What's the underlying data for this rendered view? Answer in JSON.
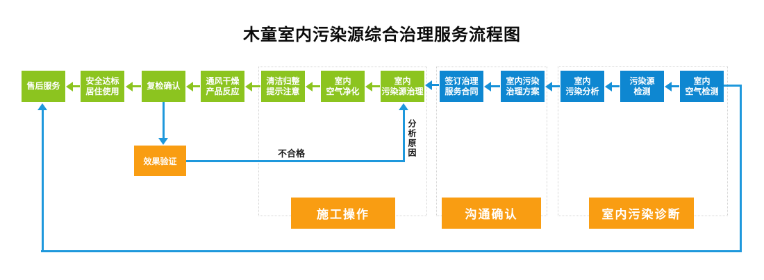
{
  "title": "木童室内污染源综合治理服务流程图",
  "colors": {
    "node_green": "#8cc41f",
    "node_blue": "#0e87d1",
    "accent_orange": "#f99d12",
    "connector_blue": "#1e98dc"
  },
  "nodes": [
    {
      "lines": [
        "售后服务",
        ""
      ]
    },
    {
      "lines": [
        "安全达标",
        "居住使用"
      ]
    },
    {
      "lines": [
        "复检确认",
        ""
      ]
    },
    {
      "lines": [
        "通风干燥",
        "产品反应"
      ]
    },
    {
      "lines": [
        "清洁归整",
        "提示注意"
      ]
    },
    {
      "lines": [
        "室内",
        "空气净化"
      ]
    },
    {
      "lines": [
        "室内",
        "污染源治理"
      ]
    },
    {
      "lines": [
        "签订治理",
        "服务合同"
      ]
    },
    {
      "lines": [
        "室内污染",
        "治理方案"
      ]
    },
    {
      "lines": [
        "室内",
        "污染分析"
      ]
    },
    {
      "lines": [
        "污染源",
        "检测"
      ]
    },
    {
      "lines": [
        "室内",
        "空气检测"
      ]
    }
  ],
  "effect_node": {
    "label": "效果验证"
  },
  "groups": [
    {
      "label": "施工操作"
    },
    {
      "label": "沟通确认"
    },
    {
      "label": "室内污染诊断"
    }
  ],
  "edge_labels": {
    "unqualified": "不合格",
    "analyze_reason": "分析原因"
  }
}
